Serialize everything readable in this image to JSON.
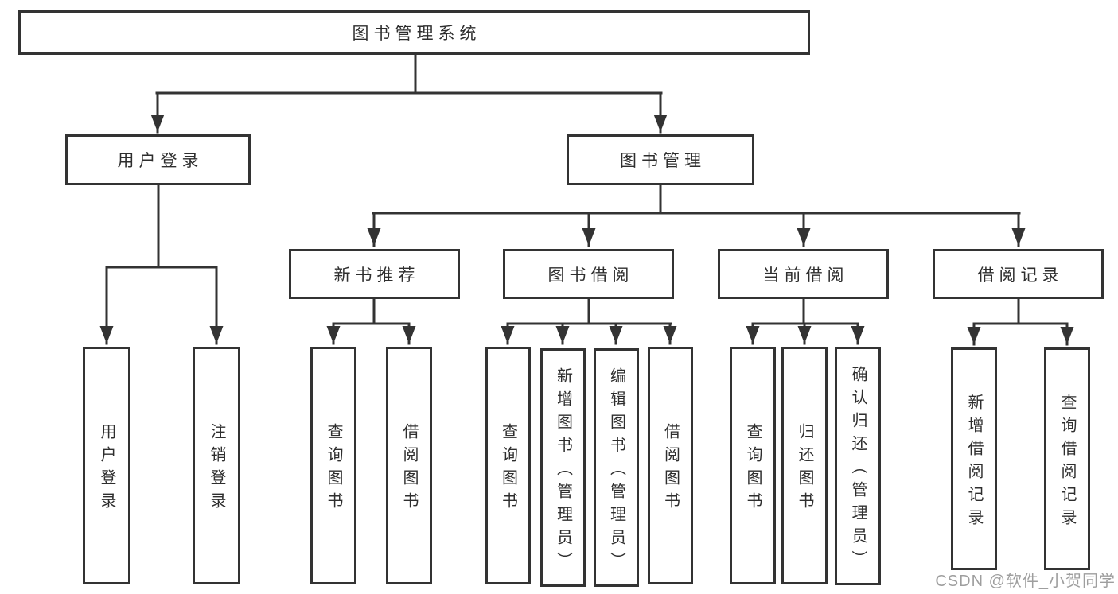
{
  "colors": {
    "line": "#333333",
    "box_border": "#333333",
    "text": "#2e2e2e",
    "background": "#ffffff",
    "watermark_text": "#9e9e9e"
  },
  "watermark": {
    "text": "CSDN @软件_小贺同学"
  },
  "diagram": {
    "root": {
      "label": "图书管理系统",
      "children": [
        {
          "label": "用户登录",
          "children": [
            {
              "label": "用户登录"
            },
            {
              "label": "注销登录"
            }
          ]
        },
        {
          "label": "图书管理",
          "children": [
            {
              "label": "新书推荐",
              "children": [
                {
                  "label": "查询图书"
                },
                {
                  "label": "借阅图书"
                }
              ]
            },
            {
              "label": "图书借阅",
              "children": [
                {
                  "label": "查询图书"
                },
                {
                  "label": "新增图书（管理员）"
                },
                {
                  "label": "编辑图书（管理员）"
                },
                {
                  "label": "借阅图书"
                }
              ]
            },
            {
              "label": "当前借阅",
              "children": [
                {
                  "label": "查询图书"
                },
                {
                  "label": "归还图书"
                },
                {
                  "label": "确认归还（管理员）"
                }
              ]
            },
            {
              "label": "借阅记录",
              "children": [
                {
                  "label": "新增借阅记录"
                },
                {
                  "label": "查询借阅记录"
                }
              ]
            }
          ]
        }
      ]
    }
  }
}
